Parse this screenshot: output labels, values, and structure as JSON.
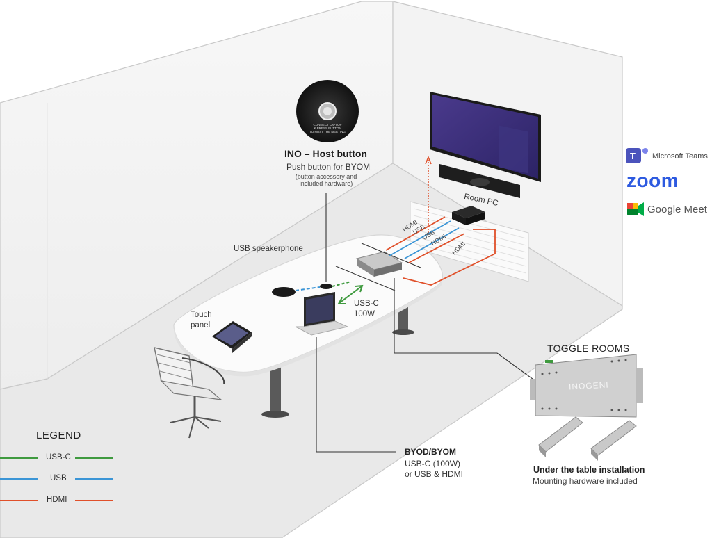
{
  "host_button": {
    "title": "INO – Host button",
    "subtitle": "Push button for BYOM",
    "note_line1": "(button accessory and",
    "note_line2": "included hardware)",
    "device_text_line1": "CONNECT LAPTOP",
    "device_text_line2": "& PRESS BUTTON",
    "device_text_line3": "TO HOST THE MEETING"
  },
  "labels": {
    "usb_speakerphone": "USB speakerphone",
    "touch_panel_line1": "Touch",
    "touch_panel_line2": "panel",
    "room_pc": "Room PC",
    "usbc_100w_line1": "USB-C",
    "usbc_100w_line2": "100W",
    "toggle_rooms": "TOGGLE ROOMS",
    "byod_title": "BYOD/BYOM",
    "byod_line1": "USB-C (100W)",
    "byod_line2": "or USB & HDMI",
    "install_title": "Under the table installation",
    "install_sub": "Mounting hardware included",
    "device_brand": "INOGENI"
  },
  "wire_labels": {
    "hdmi_1": "HDMI",
    "usb_1": "USB",
    "usb_2": "USB",
    "hdmi_2": "HDMI",
    "hdmi_3": "HDMI"
  },
  "platforms": {
    "teams": "Microsoft Teams",
    "zoom": "zoom",
    "meet": "Google Meet"
  },
  "legend": {
    "title": "LEGEND",
    "items": [
      {
        "label": "USB-C",
        "color": "#3f9a3f"
      },
      {
        "label": "USB",
        "color": "#3b95d6"
      },
      {
        "label": "HDMI",
        "color": "#e0502a"
      }
    ]
  },
  "colors": {
    "usbc": "#3f9a3f",
    "usb": "#3b95d6",
    "hdmi": "#e0502a",
    "zoom_blue": "#2d5ae0"
  }
}
